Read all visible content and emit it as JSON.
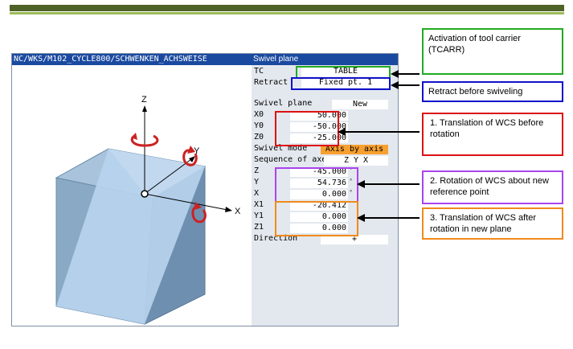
{
  "header": {
    "path": "NC/WKS/M102_CYCLE800/SCHWENKEN_ACHSWEISE",
    "title": "Swivel plane"
  },
  "axes": {
    "x": "X",
    "y": "Y",
    "z": "Z"
  },
  "form": {
    "tc_label": "TC",
    "tc_value": "TABLE",
    "retract_label": "Retract",
    "retract_value": "Fixed pt. 1",
    "swivel_plane_label": "Swivel plane",
    "swivel_plane_value": "New",
    "x0_label": "X0",
    "x0_value": "50.000",
    "y0_label": "Y0",
    "y0_value": "-50.000",
    "z0_label": "Z0",
    "z0_value": "-25.000",
    "swivel_mode_label": "Swivel mode",
    "swivel_mode_value": "Axis by axis",
    "sequence_label": "Sequence of axes",
    "sequence_value": "Z Y X",
    "rz_label": "Z",
    "rz_value": "-45.000",
    "ry_label": "Y",
    "ry_value": "54.736",
    "rx_label": "X",
    "rx_value": "0.000",
    "deg": "°",
    "x1_label": "X1",
    "x1_value": "-20.412",
    "y1_label": "Y1",
    "y1_value": "0.000",
    "z1_label": "Z1",
    "z1_value": "0.000",
    "direction_label": "Direction",
    "direction_value": "+"
  },
  "callouts": {
    "tcarr": "Activation of tool carrier (TCARR)",
    "retract": "Retract before swiveling",
    "translation_before": "1. Translation of WCS before rotation",
    "rotation": "2. Rotation of WCS about new reference point",
    "translation_after": "3. Translation of WCS after rotation in new plane"
  },
  "colors": {
    "green": "#22aa22",
    "blue": "#1111cc",
    "red": "#dd1111",
    "purple": "#aa44ee",
    "orange": "#f08a1c"
  }
}
